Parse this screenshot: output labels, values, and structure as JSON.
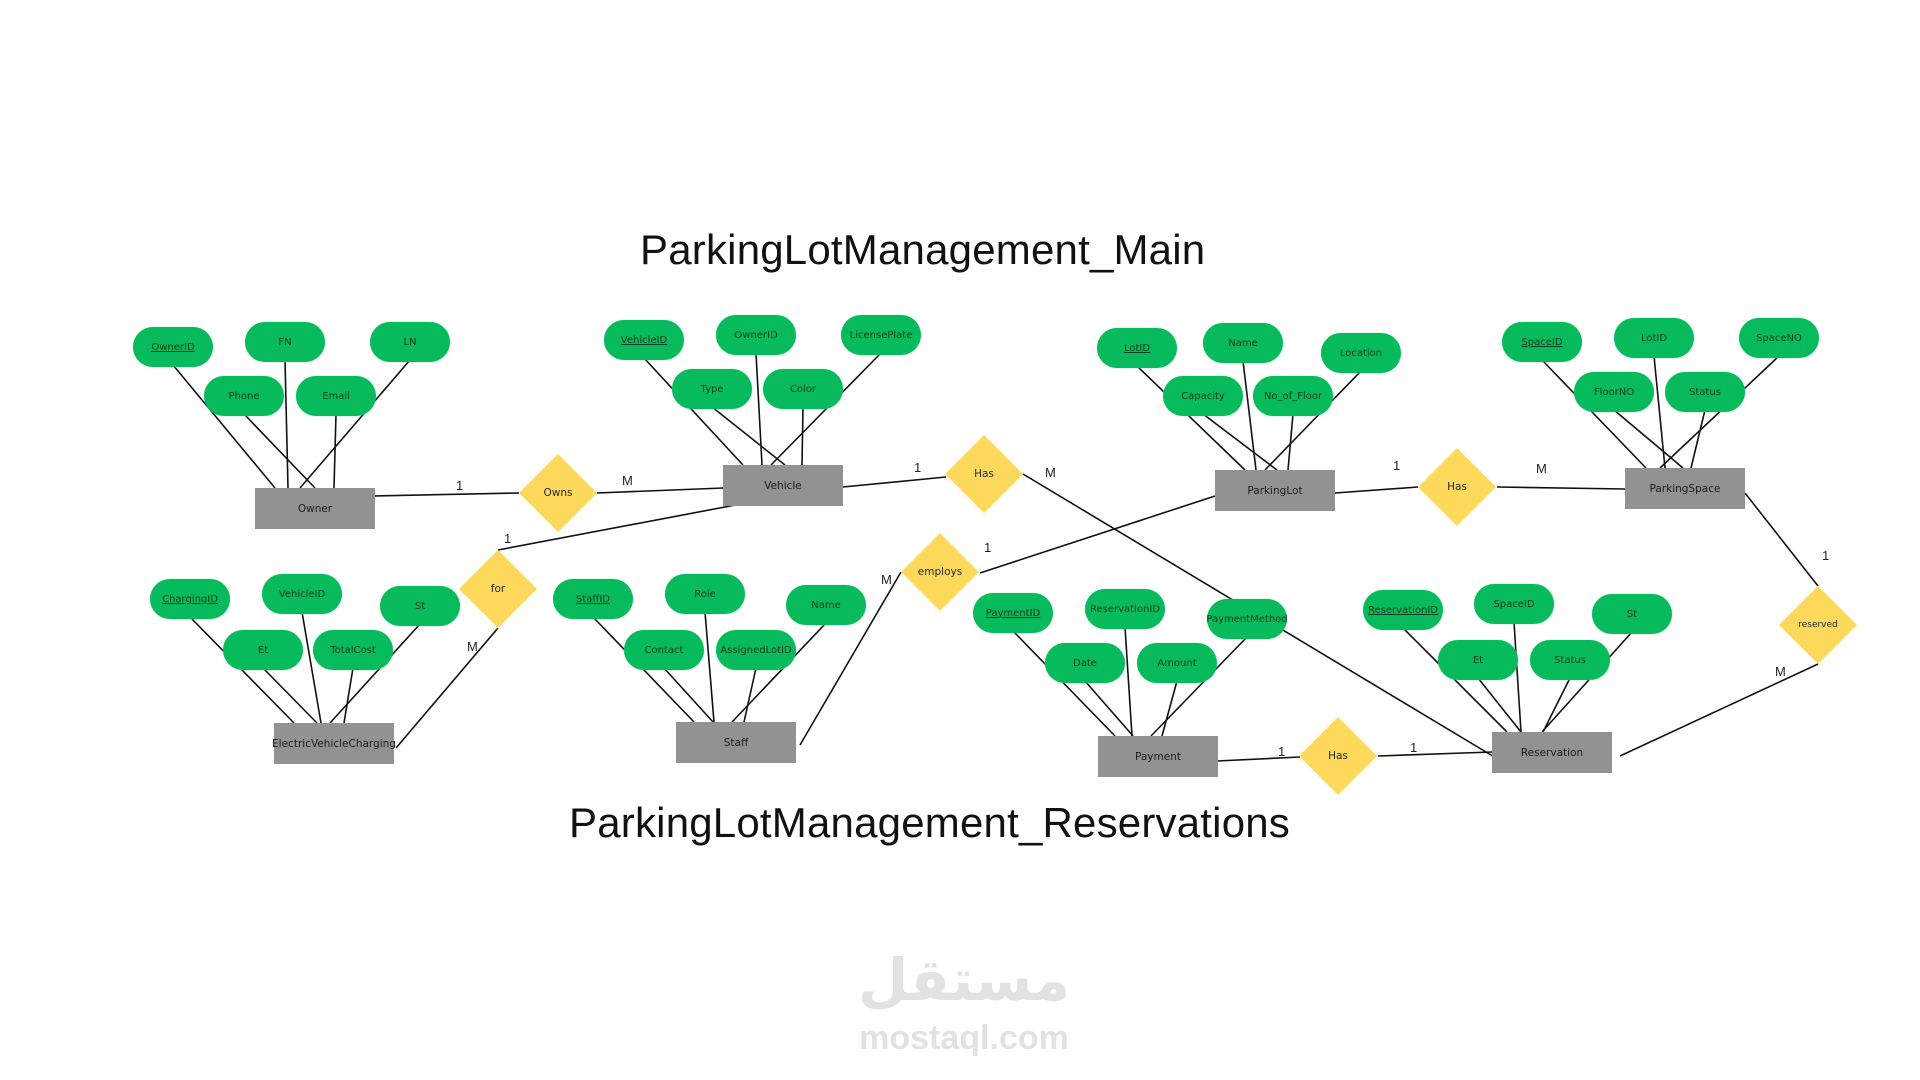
{
  "titles": {
    "main": "ParkingLotManagement_Main",
    "reservations": "ParkingLotManagement_Reservations"
  },
  "colors": {
    "attribute": "#07bb5d",
    "entity": "#929292",
    "relationship": "#fdd95b",
    "line": "#111111"
  },
  "entities": [
    {
      "id": "owner",
      "label": "Owner",
      "attributes": [
        {
          "label": "OwnerID",
          "key": true
        },
        {
          "label": "FN",
          "key": false
        },
        {
          "label": "LN",
          "key": false
        },
        {
          "label": "Phone",
          "key": false
        },
        {
          "label": "Email",
          "key": false
        }
      ]
    },
    {
      "id": "vehicle",
      "label": "Vehicle",
      "attributes": [
        {
          "label": "VehicleID",
          "key": true
        },
        {
          "label": "OwnerID",
          "key": false
        },
        {
          "label": "LicensePlate",
          "key": false
        },
        {
          "label": "Type",
          "key": false
        },
        {
          "label": "Color",
          "key": false
        }
      ]
    },
    {
      "id": "parkinglot",
      "label": "ParkingLot",
      "attributes": [
        {
          "label": "LotID",
          "key": true
        },
        {
          "label": "Name",
          "key": false
        },
        {
          "label": "Location",
          "key": false
        },
        {
          "label": "Capacity",
          "key": false
        },
        {
          "label": "No_of_Floor",
          "key": false
        }
      ]
    },
    {
      "id": "parkingspace",
      "label": "ParkingSpace",
      "attributes": [
        {
          "label": "SpaceID",
          "key": true
        },
        {
          "label": "LotID",
          "key": false
        },
        {
          "label": "SpaceNO",
          "key": false
        },
        {
          "label": "FloorNO",
          "key": false
        },
        {
          "label": "Status",
          "key": false
        }
      ]
    },
    {
      "id": "evc",
      "label": "ElectricVehicleCharging",
      "attributes": [
        {
          "label": "ChargingID",
          "key": true
        },
        {
          "label": "VehicleID",
          "key": false
        },
        {
          "label": "St",
          "key": false
        },
        {
          "label": "Et",
          "key": false
        },
        {
          "label": "TotalCost",
          "key": false
        }
      ]
    },
    {
      "id": "staff",
      "label": "Staff",
      "attributes": [
        {
          "label": "StaffID",
          "key": true
        },
        {
          "label": "Role",
          "key": false
        },
        {
          "label": "Name",
          "key": false
        },
        {
          "label": "Contact",
          "key": false
        },
        {
          "label": "AssignedLotID",
          "key": false
        }
      ]
    },
    {
      "id": "payment",
      "label": "Payment",
      "attributes": [
        {
          "label": "PaymentID",
          "key": true
        },
        {
          "label": "ReservationID",
          "key": false
        },
        {
          "label": "PaymentMethod",
          "key": false
        },
        {
          "label": "Date",
          "key": false
        },
        {
          "label": "Amount",
          "key": false
        }
      ]
    },
    {
      "id": "reservation",
      "label": "Reservation",
      "attributes": [
        {
          "label": "ReservationID",
          "key": true
        },
        {
          "label": "SpaceID",
          "key": false
        },
        {
          "label": "St",
          "key": false
        },
        {
          "label": "Et",
          "key": false
        },
        {
          "label": "Status",
          "key": false
        }
      ]
    }
  ],
  "relationships": [
    {
      "id": "owns",
      "label": "Owns",
      "from": "owner",
      "to": "vehicle",
      "from_card": "1",
      "to_card": "M"
    },
    {
      "id": "has_vehicle_res",
      "label": "Has",
      "from": "vehicle",
      "to": "reservation",
      "from_card": "1",
      "to_card": "M"
    },
    {
      "id": "for",
      "label": "for",
      "from": "vehicle",
      "to": "evc",
      "from_card": "1",
      "to_card": "M"
    },
    {
      "id": "has_lot_space",
      "label": "Has",
      "from": "parkinglot",
      "to": "parkingspace",
      "from_card": "1",
      "to_card": "M"
    },
    {
      "id": "employs",
      "label": "employs",
      "from": "parkinglot",
      "to": "staff",
      "from_card": "1",
      "to_card": "M"
    },
    {
      "id": "has_payment_res",
      "label": "Has",
      "from": "payment",
      "to": "reservation",
      "from_card": "1",
      "to_card": "1"
    },
    {
      "id": "reserved",
      "label": "reserved",
      "from": "parkingspace",
      "to": "reservation",
      "from_card": "1",
      "to_card": "M"
    }
  ],
  "watermark": {
    "arabic": "مستقل",
    "latin": "mostaql.com"
  }
}
